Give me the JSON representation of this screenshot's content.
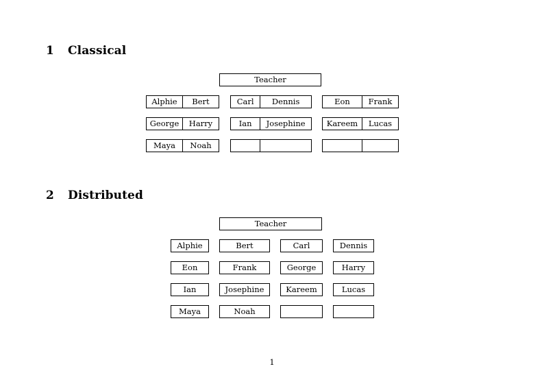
{
  "document": {
    "page_number": "1"
  },
  "sections": [
    {
      "number": "1",
      "title": "Classical",
      "teacher": {
        "label": "Teacher"
      },
      "groups": [
        {
          "name": "group-left",
          "rows": [
            {
              "left": "Alphie",
              "right": "Bert"
            },
            {
              "left": "George",
              "right": "Harry"
            },
            {
              "left": "Maya",
              "right": "Noah"
            }
          ]
        },
        {
          "name": "group-center",
          "rows": [
            {
              "left": "Carl",
              "right": "Dennis"
            },
            {
              "left": "Ian",
              "right": "Josephine"
            },
            {
              "left": "",
              "right": ""
            }
          ]
        },
        {
          "name": "group-right",
          "rows": [
            {
              "left": "Eon",
              "right": "Frank"
            },
            {
              "left": "Kareem",
              "right": "Lucas"
            },
            {
              "left": "",
              "right": ""
            }
          ]
        }
      ]
    },
    {
      "number": "2",
      "title": "Distributed",
      "teacher": {
        "label": "Teacher"
      },
      "grid": [
        [
          "Alphie",
          "Bert",
          "Carl",
          "Dennis"
        ],
        [
          "Eon",
          "Frank",
          "George",
          "Harry"
        ],
        [
          "Ian",
          "Josephine",
          "Kareem",
          "Lucas"
        ],
        [
          "Maya",
          "Noah",
          "",
          ""
        ]
      ]
    }
  ]
}
